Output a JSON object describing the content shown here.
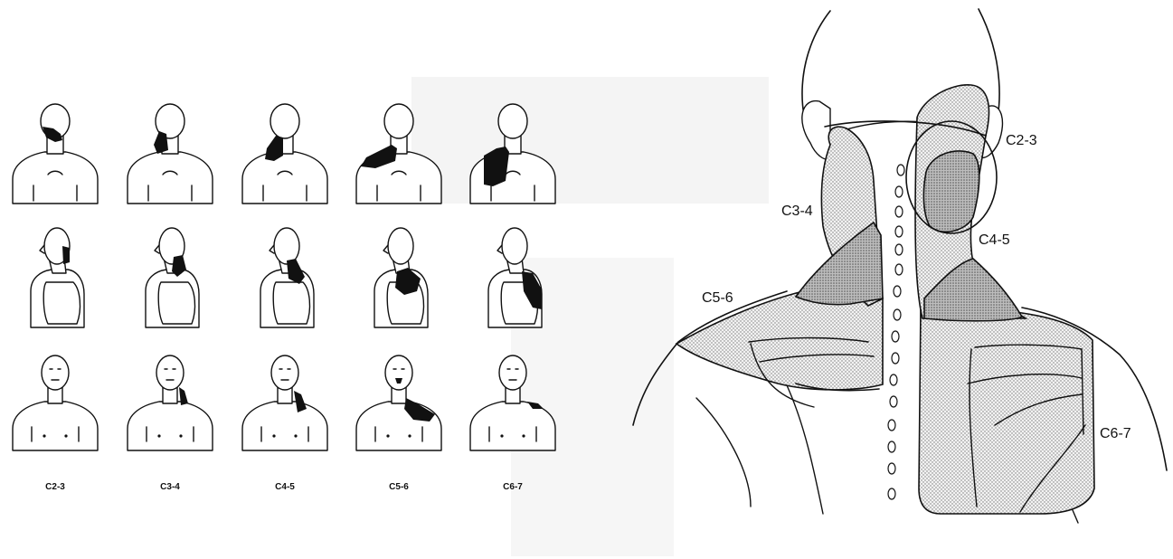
{
  "grid": {
    "column_labels": [
      "C2-3",
      "C3-4",
      "C4-5",
      "C5-6",
      "C6-7"
    ],
    "views": [
      "back",
      "side",
      "front"
    ]
  },
  "map": {
    "labels": [
      "C2-3",
      "C3-4",
      "C4-5",
      "C5-6",
      "C6-7"
    ],
    "vertebra_count": 16
  }
}
